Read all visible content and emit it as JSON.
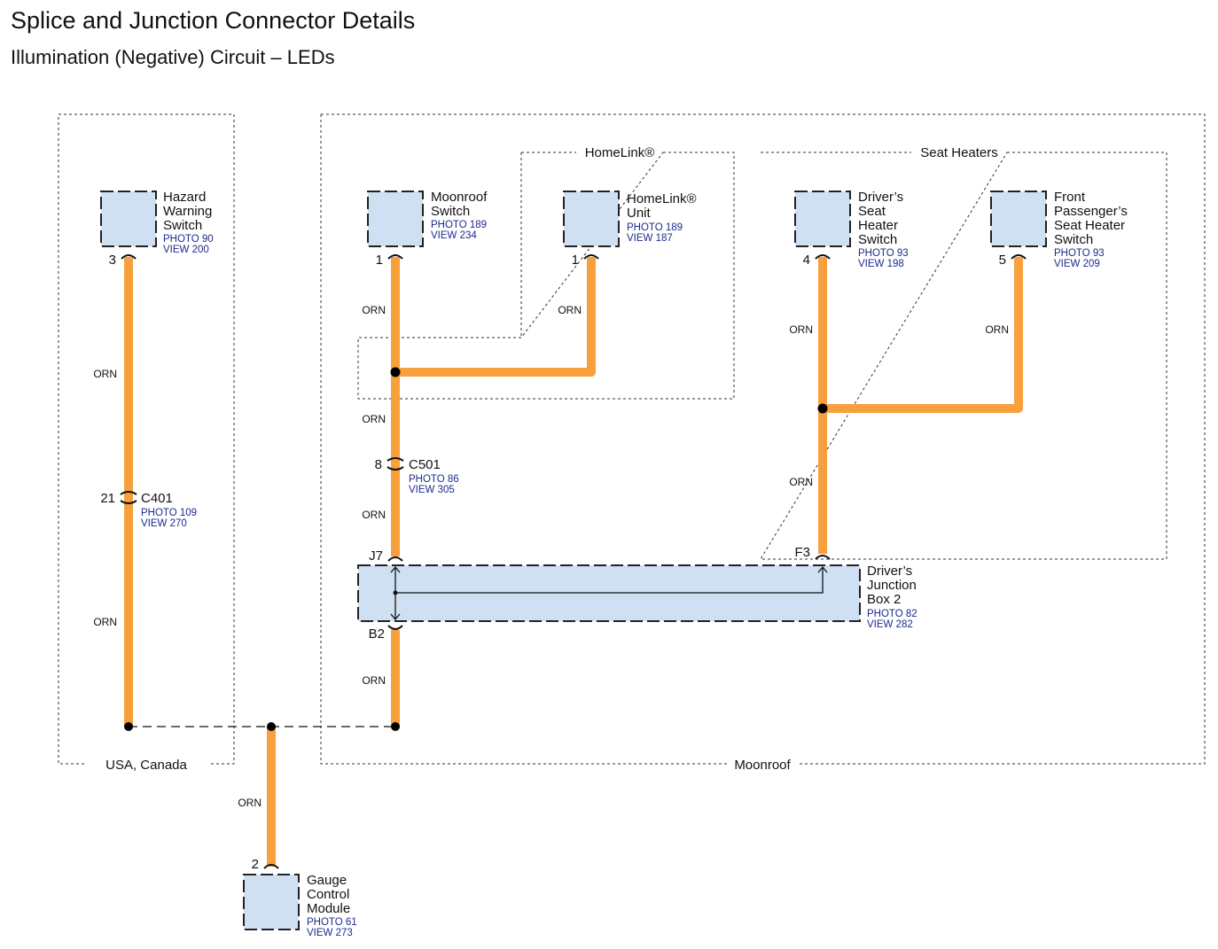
{
  "title": "Splice and Junction Connector Details",
  "subtitle": "Illumination (Negative) Circuit – LEDs",
  "colors": {
    "wire": "#f7a03c",
    "component_fill": "#cfe0f3",
    "ref_text": "#1c2a8c"
  },
  "groups": {
    "usa_canada": "USA, Canada",
    "moonroof": "Moonroof",
    "homelink": "HomeLink®",
    "seat_heaters": "Seat Heaters"
  },
  "wire_color_label": "ORN",
  "components": {
    "hazard": {
      "name": [
        "Hazard",
        "Warning",
        "Switch"
      ],
      "photo": "PHOTO 90",
      "view": "VIEW 200",
      "pin": "3"
    },
    "moonroof_switch": {
      "name": [
        "Moonroof",
        "Switch"
      ],
      "photo": "PHOTO 189",
      "view": "VIEW 234",
      "pin": "1"
    },
    "homelink_unit": {
      "name": [
        "HomeLink®",
        "Unit"
      ],
      "photo": "PHOTO 189",
      "view": "VIEW 187",
      "pin": "1"
    },
    "driver_seat_heater": {
      "name": [
        "Driver’s",
        "Seat",
        "Heater",
        "Switch"
      ],
      "photo": "PHOTO 93",
      "view": "VIEW 198",
      "pin": "4"
    },
    "passenger_seat_heater": {
      "name": [
        "Front",
        "Passenger’s",
        "Seat Heater",
        "Switch"
      ],
      "photo": "PHOTO 93",
      "view": "VIEW 209",
      "pin": "5"
    },
    "junction_box": {
      "name": [
        "Driver’s",
        "Junction",
        "Box 2"
      ],
      "photo": "PHOTO 82",
      "view": "VIEW 282",
      "pins": {
        "j7": "J7",
        "b2": "B2",
        "f3": "F3"
      }
    },
    "gauge": {
      "name": [
        "Gauge",
        "Control",
        "Module"
      ],
      "photo": "PHOTO 61",
      "view": "VIEW 273",
      "pin": "2"
    }
  },
  "connectors": {
    "c401": {
      "name": "C401",
      "pin": "21",
      "photo": "PHOTO 109",
      "view": "VIEW 270"
    },
    "c501": {
      "name": "C501",
      "pin": "8",
      "photo": "PHOTO 86",
      "view": "VIEW 305"
    }
  }
}
